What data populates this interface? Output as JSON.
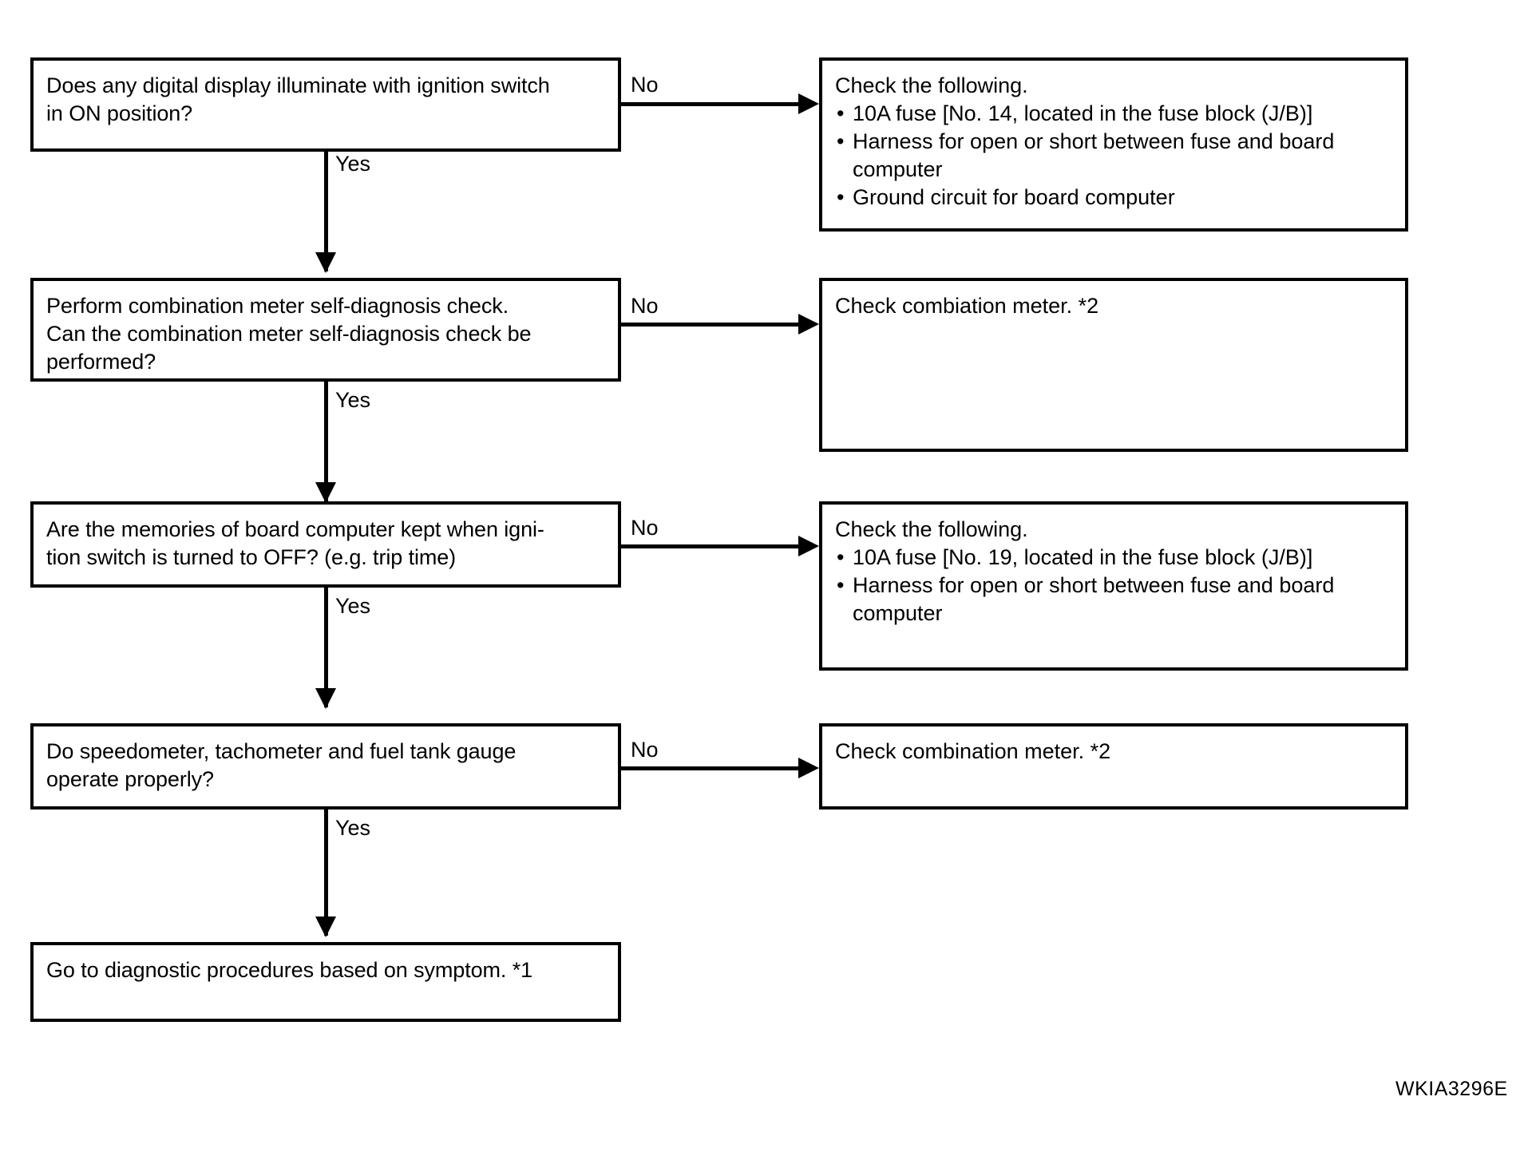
{
  "figure": {
    "reference_code": "WKIA3296E",
    "ink_color": "#000000",
    "background_color": "#ffffff"
  },
  "steps": [
    {
      "question": "Does any digital display illuminate with ignition switch\nin ON position?",
      "no_label": "No",
      "yes_label": "Yes",
      "result": {
        "heading": "Check the following.",
        "items": [
          "10A fuse [No. 14, located in the fuse block (J/B)]",
          "Harness for open or short between fuse and board\ncomputer",
          "Ground circuit for board computer"
        ]
      }
    },
    {
      "question": "Perform combination meter self-diagnosis check.\nCan the combination meter self-diagnosis check be\nperformed?",
      "no_label": "No",
      "yes_label": "Yes",
      "result": {
        "heading": "Check combiation meter. *2",
        "items": []
      }
    },
    {
      "question": "Are the memories of board computer kept when igni-\ntion switch is turned to OFF? (e.g. trip time)",
      "no_label": "No",
      "yes_label": "Yes",
      "result": {
        "heading": "Check the following.",
        "items": [
          "10A fuse [No. 19, located in the fuse block (J/B)]",
          "Harness  for open or short between fuse and board\ncomputer"
        ]
      }
    },
    {
      "question": "Do speedometer, tachometer and fuel tank gauge\noperate properly?",
      "no_label": "No",
      "yes_label": "Yes",
      "result": {
        "heading": "Check combination meter. *2",
        "items": []
      }
    }
  ],
  "final_step": {
    "text": "Go to diagnostic procedures based on symptom. *1"
  }
}
